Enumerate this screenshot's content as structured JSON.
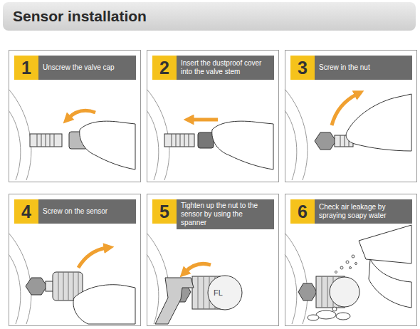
{
  "diagram": {
    "title": "Sensor installation",
    "nodes": [
      {
        "text": [
          "1",
          "Unscrew the valve cap"
        ]
      },
      {
        "text": [
          "2",
          "Insert the dustproof cover into the valve stem"
        ]
      },
      {
        "text": [
          "3",
          "Screw in the nut"
        ]
      },
      {
        "text": [
          "4",
          "Screw on the sensor"
        ]
      },
      {
        "text": [
          "5",
          "Tighten up the nut to the sensor by using the spanner"
        ]
      },
      {
        "text": [
          "6",
          "Check air leakage by spraying soapy water"
        ]
      }
    ],
    "labels": [
      "FL"
    ]
  }
}
